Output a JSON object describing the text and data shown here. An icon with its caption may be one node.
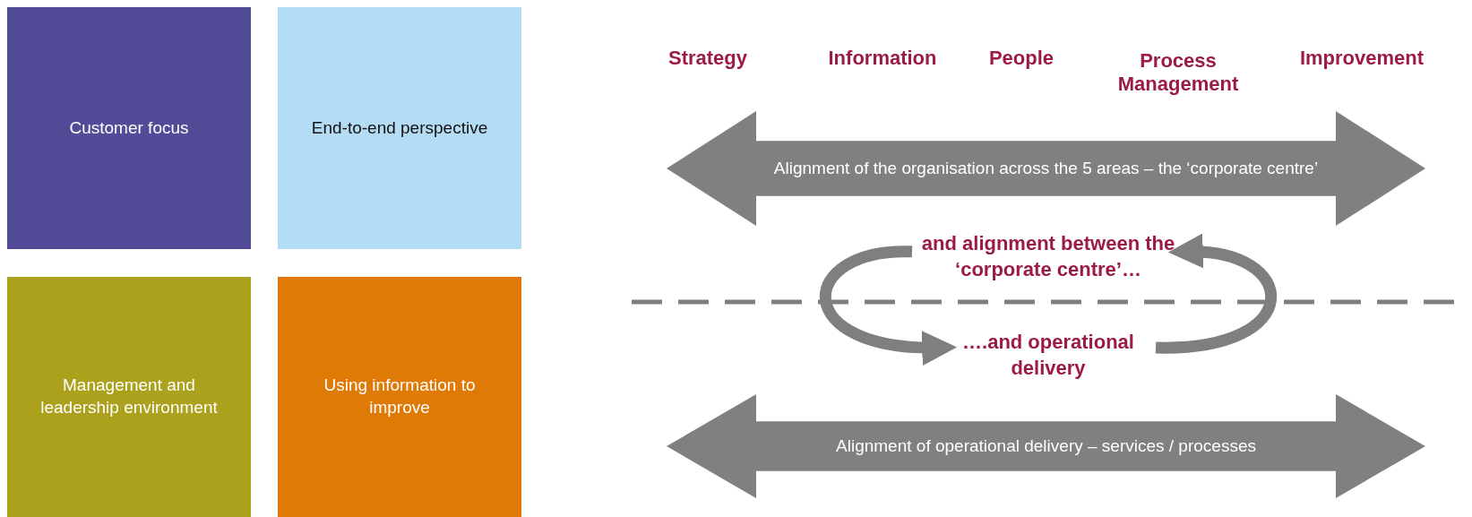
{
  "diagram": {
    "nodes": [
      {
        "text": [
          "Customer focus"
        ]
      },
      {
        "text": [
          "End-to-end perspective"
        ]
      },
      {
        "text": [
          "Management and leadership environment"
        ]
      },
      {
        "text": [
          "Using information to improve"
        ]
      },
      {
        "text": [
          "Alignment of the organisation across the 5 areas – the ‘corporate centre’"
        ]
      },
      {
        "text": [
          "and alignment between the ‘corporate centre’…"
        ]
      },
      {
        "text": [
          "….and operational delivery"
        ]
      },
      {
        "text": [
          "Alignment of operational delivery – services / processes"
        ]
      }
    ],
    "edges": [
      {
        "from": 5,
        "to": 6,
        "arrow": "to"
      },
      {
        "from": 6,
        "to": 5,
        "arrow": "to"
      }
    ],
    "labels": [
      "Strategy",
      "Information",
      "People",
      "Process Management",
      "Improvement"
    ]
  }
}
